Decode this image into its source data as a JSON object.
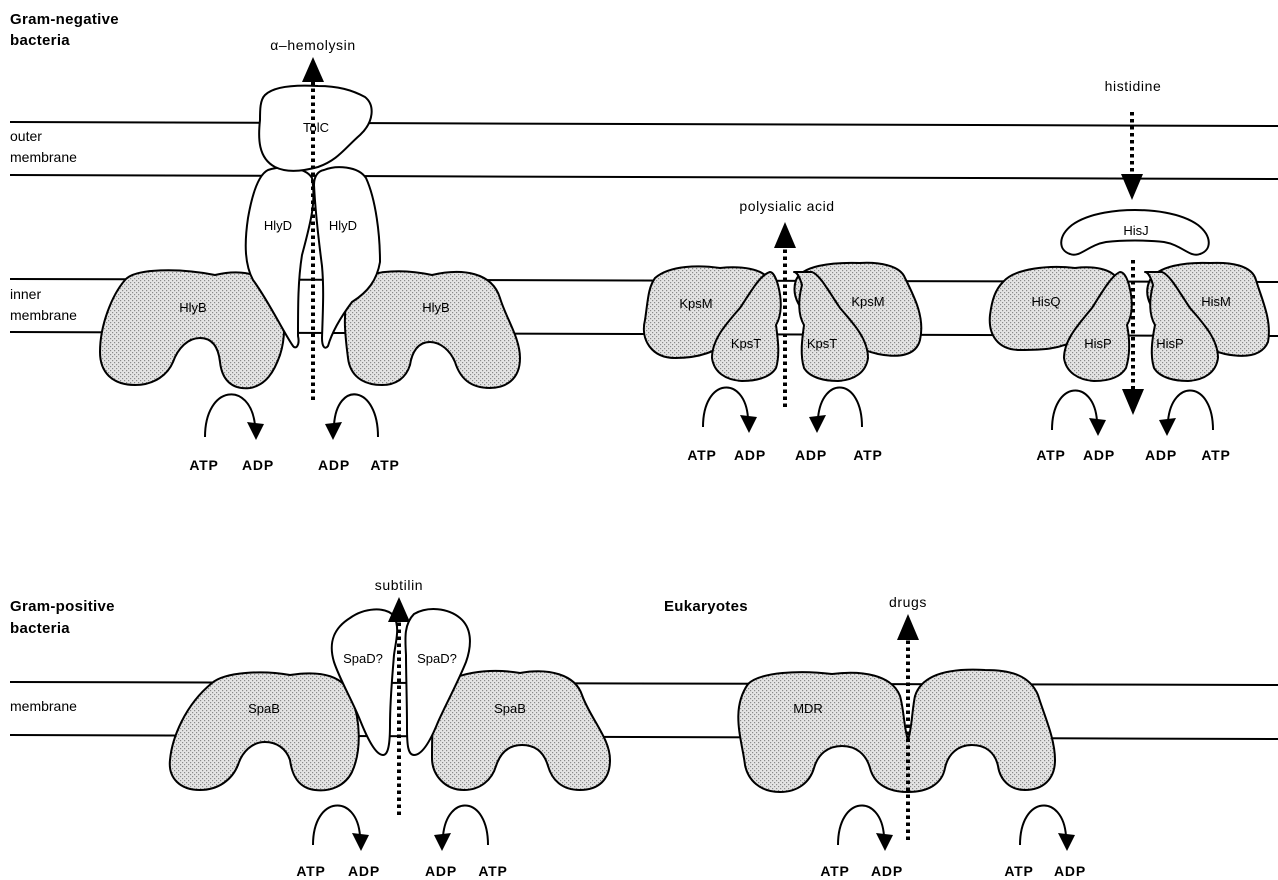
{
  "sections": {
    "gram_negative": [
      "Gram-negative",
      "bacteria"
    ],
    "gram_positive": [
      "Gram-positive",
      "bacteria"
    ],
    "eukaryotes": "Eukaryotes"
  },
  "membrane_labels": {
    "outer": [
      "outer",
      "membrane"
    ],
    "inner": [
      "inner",
      "membrane"
    ],
    "single": "membrane"
  },
  "substrates": {
    "hemolysin": "α–hemolysin",
    "polysialic": "polysialic   acid",
    "histidine": "histidine",
    "subtilin": "subtilin",
    "drugs": "drugs"
  },
  "proteins": {
    "tolc": "TolC",
    "hlyd": "HlyD",
    "hlyb": "HlyB",
    "kpsm": "KpsM",
    "kpst": "KpsT",
    "hisj": "HisJ",
    "hisq": "HisQ",
    "hism": "HisM",
    "hisp": "HisP",
    "spad": "SpaD?",
    "spab": "SpaB",
    "mdr": "MDR"
  },
  "energy": {
    "atp": "ATP",
    "adp": "ADP"
  },
  "colors": {
    "line": "#000000",
    "stipple_bg": "#e4e4e4",
    "stipple_dot": "#8a8a8a"
  }
}
